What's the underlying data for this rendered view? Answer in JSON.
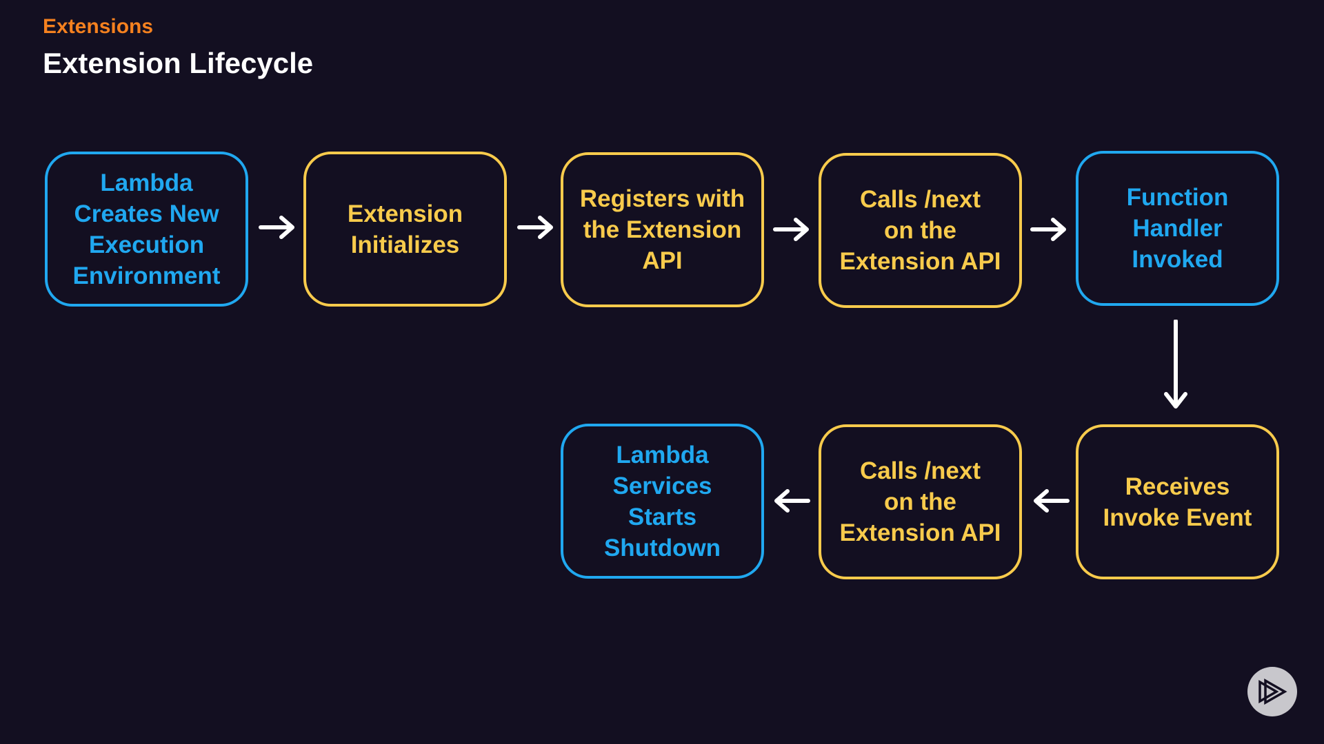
{
  "header": {
    "eyebrow": "Extensions",
    "title": "Extension Lifecycle"
  },
  "colors": {
    "background": "#130f21",
    "eyebrow": "#f5811f",
    "lambda_step": "#20a8f0",
    "extension_step": "#f8cb4c",
    "arrow": "#ffffff"
  },
  "steps": [
    {
      "label": "Lambda\nCreates New\nExecution\nEnvironment",
      "actor": "lambda"
    },
    {
      "label": "Extension\nInitializes",
      "actor": "extension"
    },
    {
      "label": "Registers with\nthe Extension\nAPI",
      "actor": "extension"
    },
    {
      "label": "Calls /next\non the\nExtension API",
      "actor": "extension"
    },
    {
      "label": "Function\nHandler\nInvoked",
      "actor": "lambda"
    },
    {
      "label": "Receives\nInvoke Event",
      "actor": "extension"
    },
    {
      "label": "Calls /next\non the\nExtension API",
      "actor": "extension"
    },
    {
      "label": "Lambda\nServices\nStarts\nShutdown",
      "actor": "lambda"
    }
  ],
  "connections": [
    {
      "from": 0,
      "to": 1,
      "direction": "right"
    },
    {
      "from": 1,
      "to": 2,
      "direction": "right"
    },
    {
      "from": 2,
      "to": 3,
      "direction": "right"
    },
    {
      "from": 3,
      "to": 4,
      "direction": "right"
    },
    {
      "from": 4,
      "to": 5,
      "direction": "down"
    },
    {
      "from": 5,
      "to": 6,
      "direction": "left"
    },
    {
      "from": 6,
      "to": 7,
      "direction": "left"
    }
  ],
  "brand": {
    "icon": "play-logo-icon"
  }
}
